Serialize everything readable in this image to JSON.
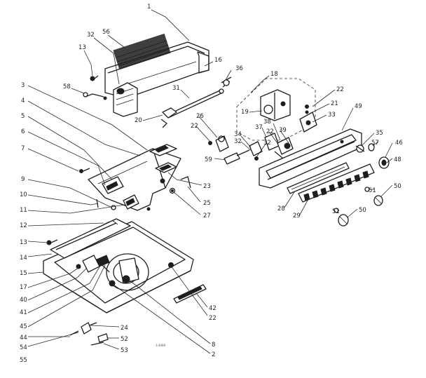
{
  "callouts": [
    {
      "id": "c1",
      "text": "1"
    },
    {
      "id": "c56",
      "text": "56"
    },
    {
      "id": "c32a",
      "text": "32"
    },
    {
      "id": "c13a",
      "text": "13"
    },
    {
      "id": "c58",
      "text": "58"
    },
    {
      "id": "c16",
      "text": "16"
    },
    {
      "id": "c36",
      "text": "36"
    },
    {
      "id": "c18",
      "text": "18"
    },
    {
      "id": "c31",
      "text": "31"
    },
    {
      "id": "c20",
      "text": "20"
    },
    {
      "id": "c3",
      "text": "3"
    },
    {
      "id": "c4",
      "text": "4"
    },
    {
      "id": "c5",
      "text": "5"
    },
    {
      "id": "c6",
      "text": "6"
    },
    {
      "id": "c7",
      "text": "7"
    },
    {
      "id": "c9",
      "text": "9"
    },
    {
      "id": "c10",
      "text": "10"
    },
    {
      "id": "c11",
      "text": "11"
    },
    {
      "id": "c12",
      "text": "12"
    },
    {
      "id": "c13b",
      "text": "13"
    },
    {
      "id": "c14",
      "text": "14"
    },
    {
      "id": "c15",
      "text": "15"
    },
    {
      "id": "c17",
      "text": "17"
    },
    {
      "id": "c40",
      "text": "40"
    },
    {
      "id": "c41",
      "text": "41"
    },
    {
      "id": "c45",
      "text": "45"
    },
    {
      "id": "c44",
      "text": "44"
    },
    {
      "id": "c54",
      "text": "54"
    },
    {
      "id": "c55",
      "text": "55"
    },
    {
      "id": "c24",
      "text": "24"
    },
    {
      "id": "c52",
      "text": "52"
    },
    {
      "id": "c53",
      "text": "53"
    },
    {
      "id": "c8",
      "text": "8"
    },
    {
      "id": "c2",
      "text": "2"
    },
    {
      "id": "c42",
      "text": "42"
    },
    {
      "id": "c22a",
      "text": "22"
    },
    {
      "id": "c23",
      "text": "23"
    },
    {
      "id": "c25",
      "text": "25"
    },
    {
      "id": "c27",
      "text": "27"
    },
    {
      "id": "c22b",
      "text": "22"
    },
    {
      "id": "c21",
      "text": "21"
    },
    {
      "id": "c19",
      "text": "19"
    },
    {
      "id": "c33",
      "text": "33"
    },
    {
      "id": "c49",
      "text": "49"
    },
    {
      "id": "c26",
      "text": "26"
    },
    {
      "id": "c22c",
      "text": "22"
    },
    {
      "id": "c37",
      "text": "37"
    },
    {
      "id": "c38",
      "text": "38"
    },
    {
      "id": "c22d",
      "text": "22"
    },
    {
      "id": "c39",
      "text": "39"
    },
    {
      "id": "c34",
      "text": "34"
    },
    {
      "id": "c32b",
      "text": "32"
    },
    {
      "id": "c32c",
      "text": "32"
    },
    {
      "id": "c59",
      "text": "59"
    },
    {
      "id": "c35",
      "text": "35"
    },
    {
      "id": "c57",
      "text": "57"
    },
    {
      "id": "c46",
      "text": "46"
    },
    {
      "id": "c48",
      "text": "48"
    },
    {
      "id": "c50a",
      "text": "50"
    },
    {
      "id": "c28",
      "text": "28"
    },
    {
      "id": "c29",
      "text": "29"
    },
    {
      "id": "c50b",
      "text": "50"
    },
    {
      "id": "c51a",
      "text": "51"
    },
    {
      "id": "c51b",
      "text": "51"
    }
  ],
  "drawing_number": "3-4489"
}
